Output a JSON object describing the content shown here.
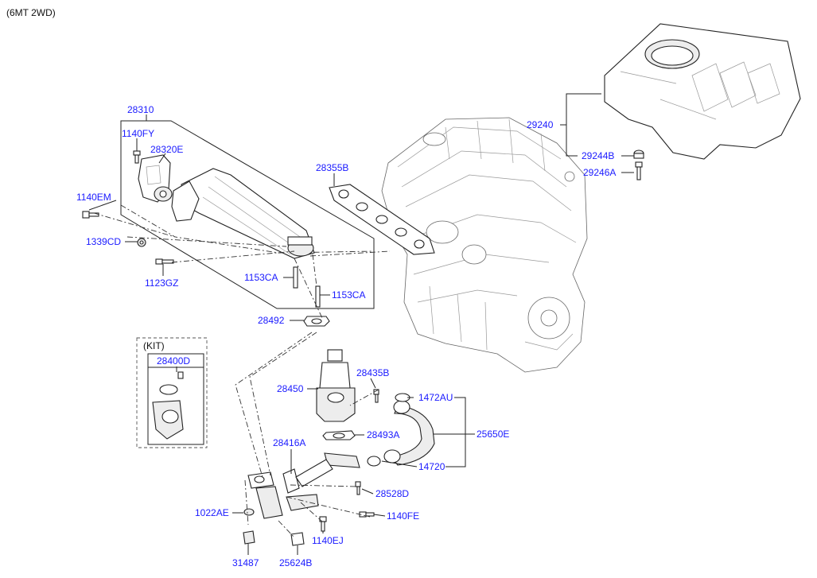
{
  "header": {
    "variant": "(6MT 2WD)"
  },
  "kit": {
    "title": "(KIT)"
  },
  "labels": {
    "p28310": "28310",
    "p1140FY": "1140FY",
    "p28320E": "28320E",
    "p1140EM": "1140EM",
    "p1339CD": "1339CD",
    "p1123GZ": "1123GZ",
    "p1153CA_a": "1153CA",
    "p1153CA_b": "1153CA",
    "p28492": "28492",
    "p28355B": "28355B",
    "p29240": "29240",
    "p29244B": "29244B",
    "p29246A": "29246A",
    "p28400D": "28400D",
    "p28450": "28450",
    "p28435B": "28435B",
    "p1472AU": "1472AU",
    "p25650E": "25650E",
    "p28493A": "28493A",
    "p28416A": "28416A",
    "p14720": "14720",
    "p28528D": "28528D",
    "p1022AE": "1022AE",
    "p1140FE": "1140FE",
    "p1140EJ": "1140EJ",
    "p31487": "31487",
    "p25624B": "25624B"
  },
  "colors": {
    "label": "#1a1aff",
    "lines": "#222222",
    "background": "#ffffff"
  }
}
